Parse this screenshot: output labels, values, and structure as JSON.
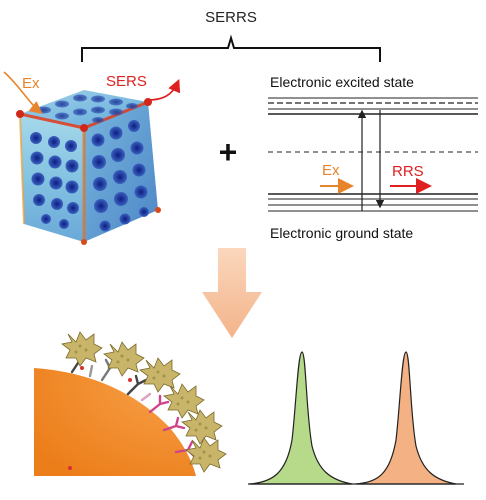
{
  "title": "SERRS",
  "cube": {
    "ex_label": "Ex",
    "sers_label": "SERS"
  },
  "plus_symbol": "+",
  "energy_diagram": {
    "excited_state_label": "Electronic excited state",
    "ground_state_label": "Electronic ground state",
    "ex_label": "Ex",
    "rrs_label": "RRS"
  },
  "colors": {
    "excitation": "#e8842c",
    "scattering": "#e02020",
    "cube_base": "#6fa8dc",
    "cube_pore": "#1a3aa0",
    "cube_edge": "#e03a1a",
    "big_arrow": "#f7c8a8",
    "cell": "#f28a22",
    "peak_green": "#b6d98a",
    "peak_orange": "#f4b183",
    "nanoparticle": "#c9b56a"
  },
  "icons": {
    "down_arrow": "block-arrow-down-icon",
    "plus": "plus-icon"
  }
}
